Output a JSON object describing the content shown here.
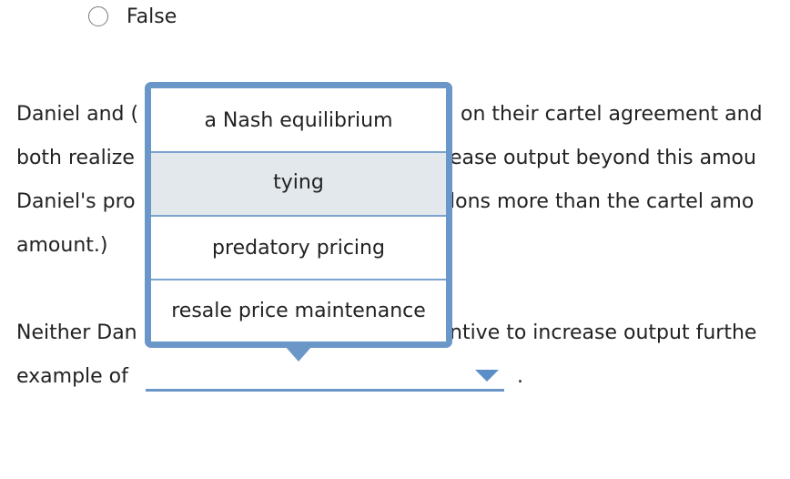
{
  "radio": {
    "label": "False",
    "checked": false
  },
  "paragraph1": {
    "line1_left": "Daniel and (",
    "line1_right": "on their cartel agreement and",
    "line2_left": "both realize",
    "line2_right": "ease output beyond this amou",
    "line3_left": "Daniel's pro",
    "line3_right": "lons more than the cartel amo",
    "line4": "amount.)"
  },
  "paragraph2": {
    "line1_left": "Neither Dan",
    "line1_right": "ntive to increase output furthe",
    "line2_prefix": "example of",
    "line2_suffix": "."
  },
  "dropdown": {
    "selected_value": "",
    "options": [
      "a Nash equilibrium",
      "tying",
      "predatory pricing",
      "resale price maintenance"
    ],
    "highlighted_index": 1
  },
  "colors": {
    "accent": "#6a97c7",
    "option_hover": "#e2e8ec",
    "text": "#222222"
  }
}
